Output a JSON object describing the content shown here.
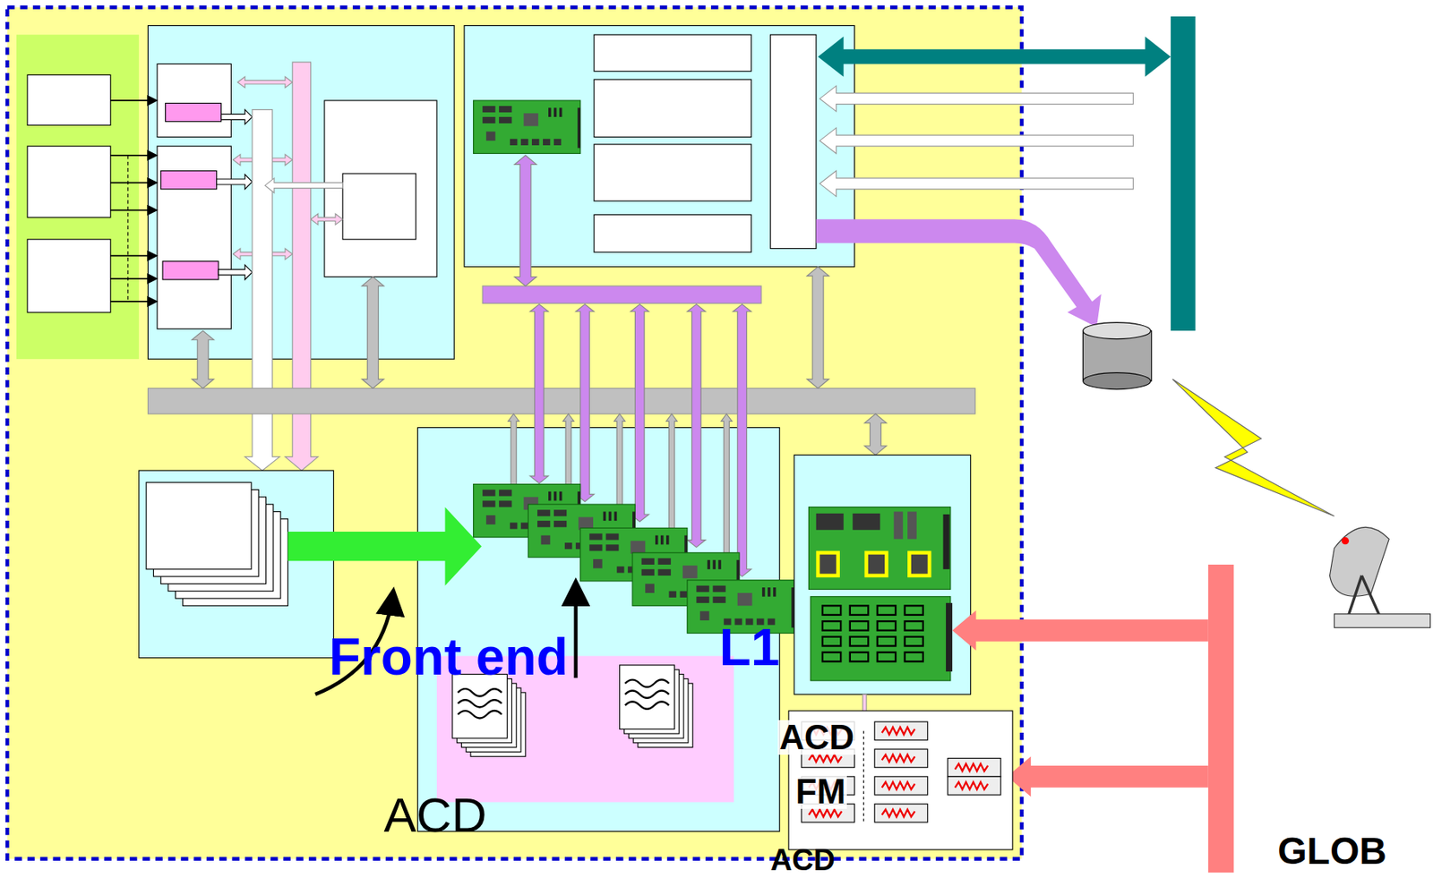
{
  "diagram": {
    "nodes": [
      {
        "text": [
          "Front end",
          "L1",
          "ACD"
        ]
      },
      {
        "text": [
          "ACD",
          "FM",
          "ACD"
        ]
      }
    ],
    "labels": [
      "GLOB"
    ]
  }
}
